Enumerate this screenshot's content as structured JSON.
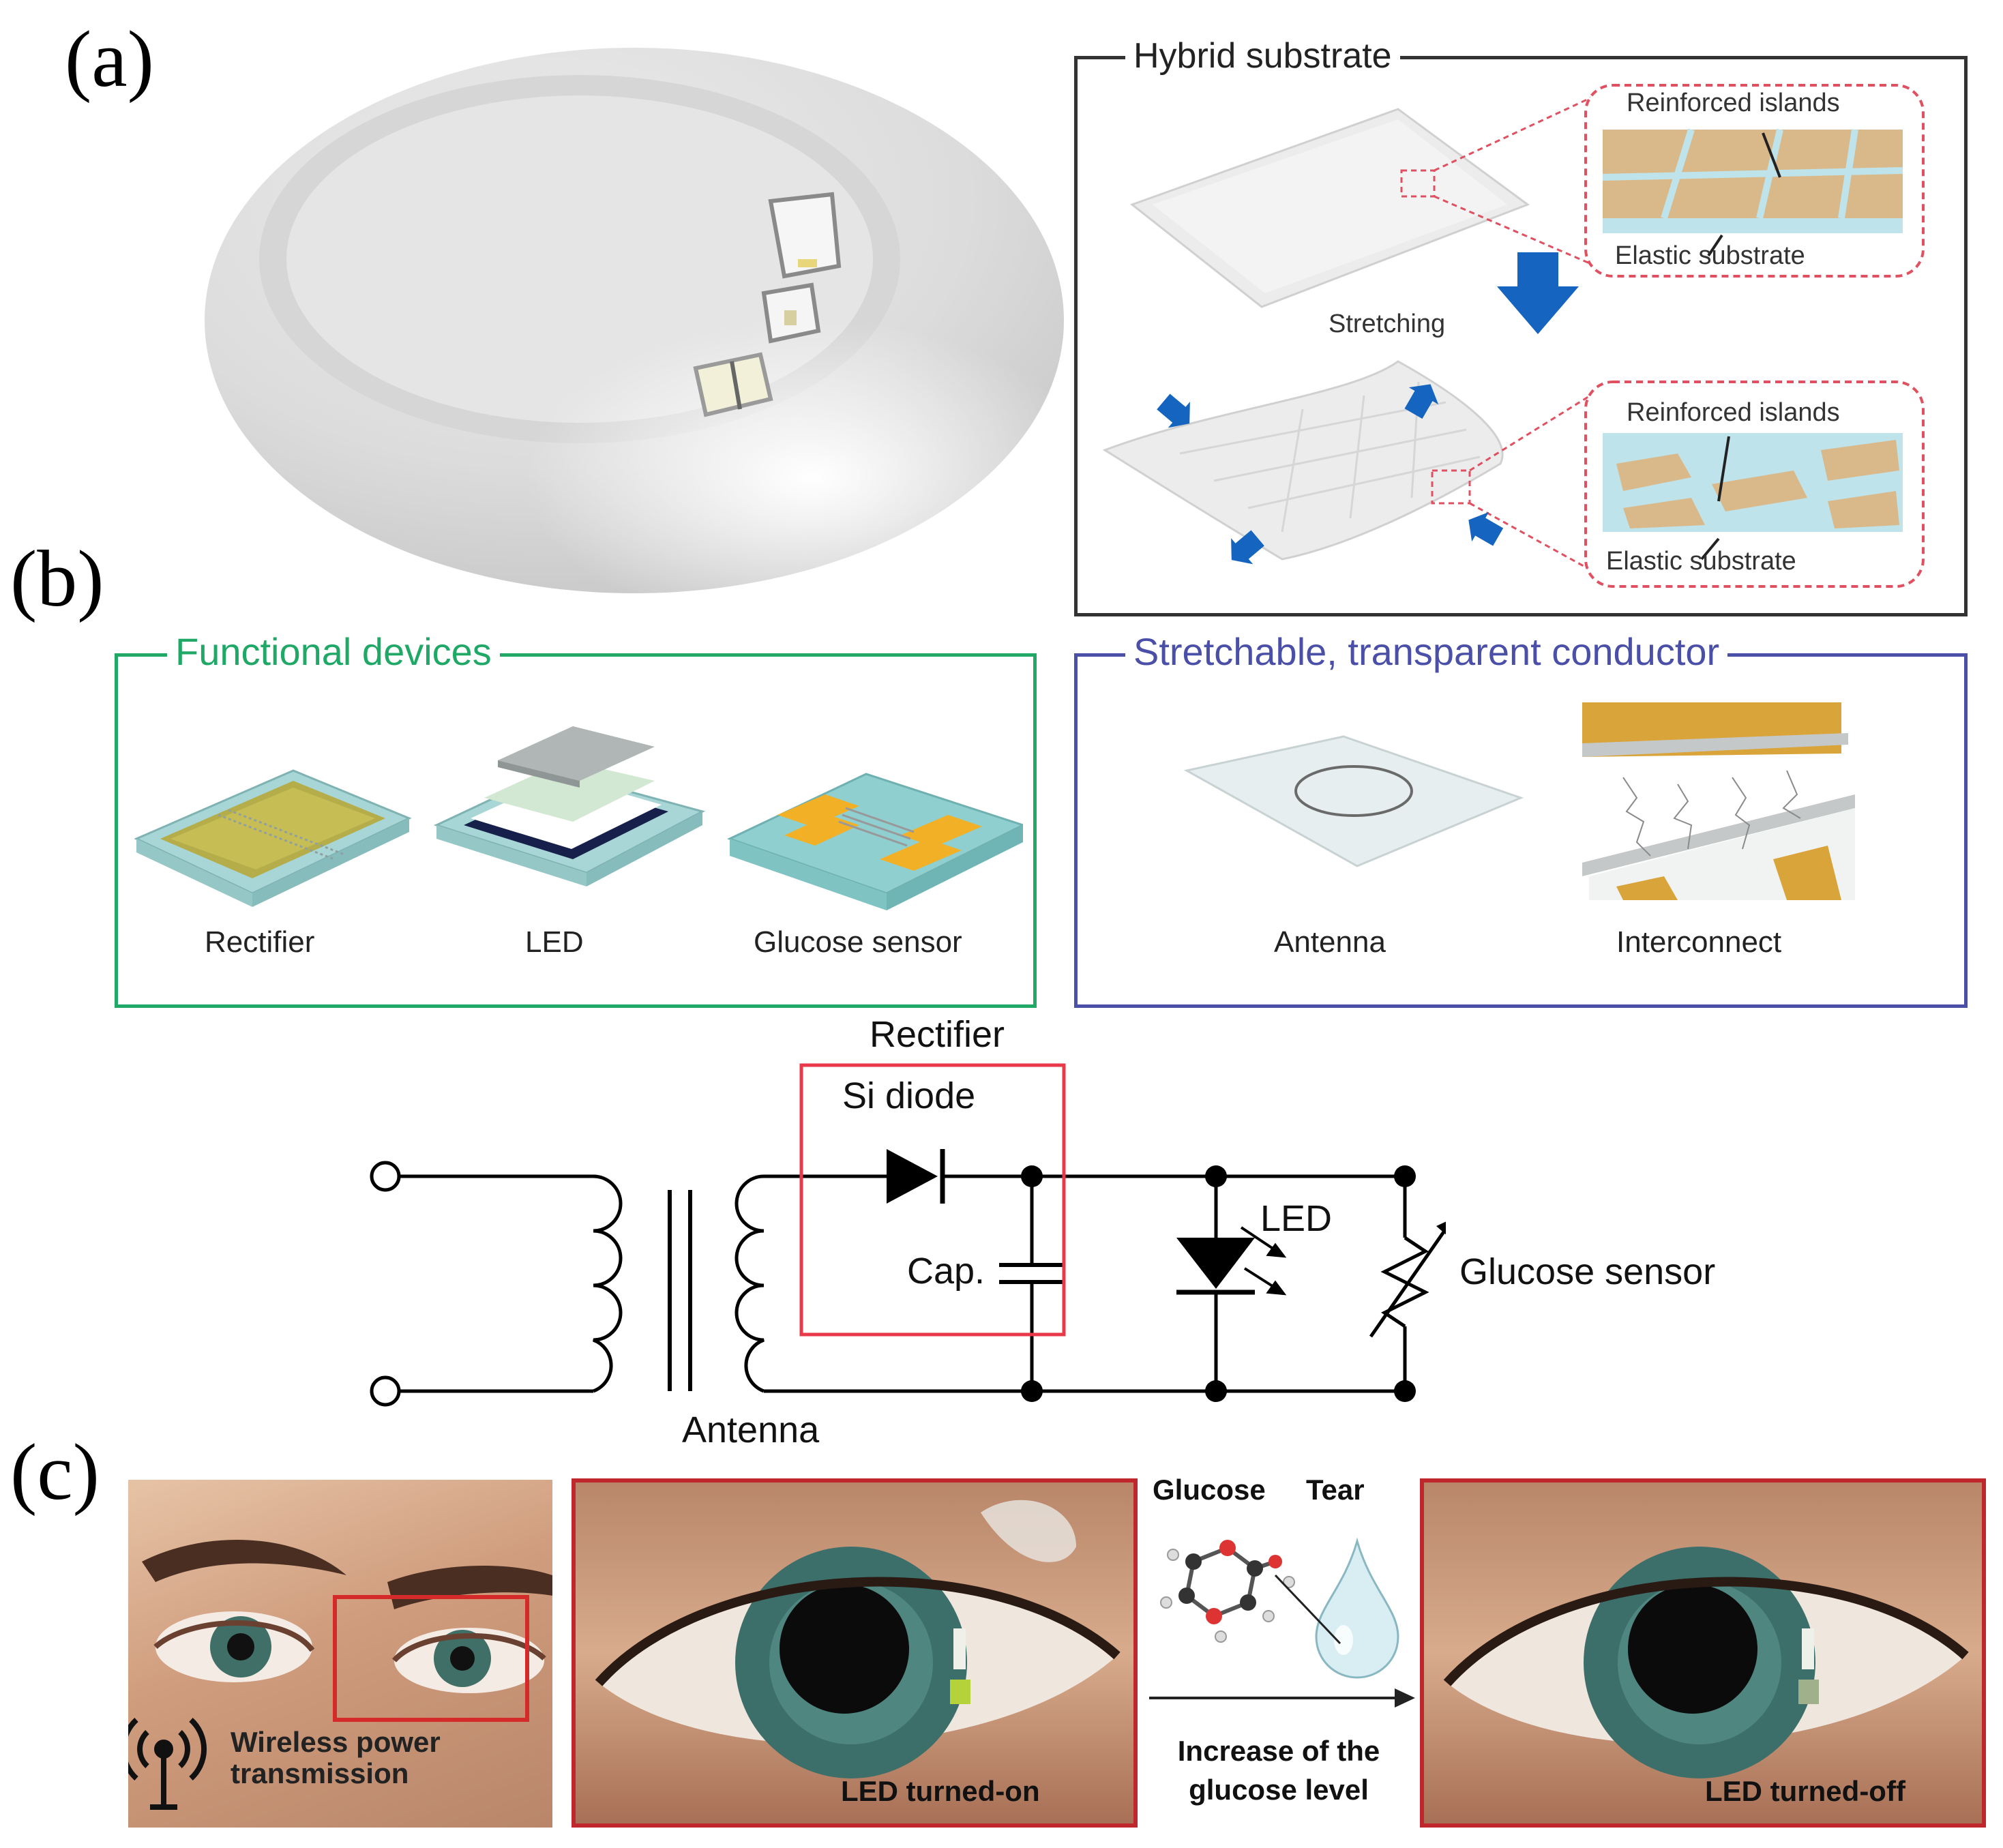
{
  "panels": {
    "a": "(a)",
    "b": "(b)",
    "c": "(c)"
  },
  "hybrid": {
    "title": "Hybrid substrate",
    "top_islands": "Reinforced islands",
    "top_elastic": "Elastic substrate",
    "stretching": "Stretching",
    "bottom_islands": "Reinforced islands",
    "bottom_elastic": "Elastic substrate"
  },
  "functional": {
    "title": "Functional devices",
    "items": [
      {
        "label": "Rectifier"
      },
      {
        "label": "LED"
      },
      {
        "label": "Glucose sensor"
      }
    ]
  },
  "conductor": {
    "title": "Stretchable, transparent conductor",
    "items": [
      {
        "label": "Antenna"
      },
      {
        "label": "Interconnect"
      }
    ]
  },
  "circuit": {
    "rectifier": "Rectifier",
    "diode": "Si diode",
    "cap": "Cap.",
    "led": "LED",
    "sensor": "Glucose sensor",
    "antenna": "Antenna"
  },
  "scenes": {
    "wireless_line1": "Wireless power",
    "wireless_line2": "transmission",
    "led_on": "LED turned-on",
    "glucose": "Glucose",
    "tear": "Tear",
    "increase_line1": "Increase of the",
    "increase_line2": "glucose level",
    "led_off": "LED turned-off"
  },
  "colors": {
    "functional_frame": "#1fa866",
    "conductor_frame": "#4a4fa8",
    "rectifier_box": "#e8384a",
    "arrow_blue": "#1565c0",
    "inset_dash": "#e05060"
  }
}
